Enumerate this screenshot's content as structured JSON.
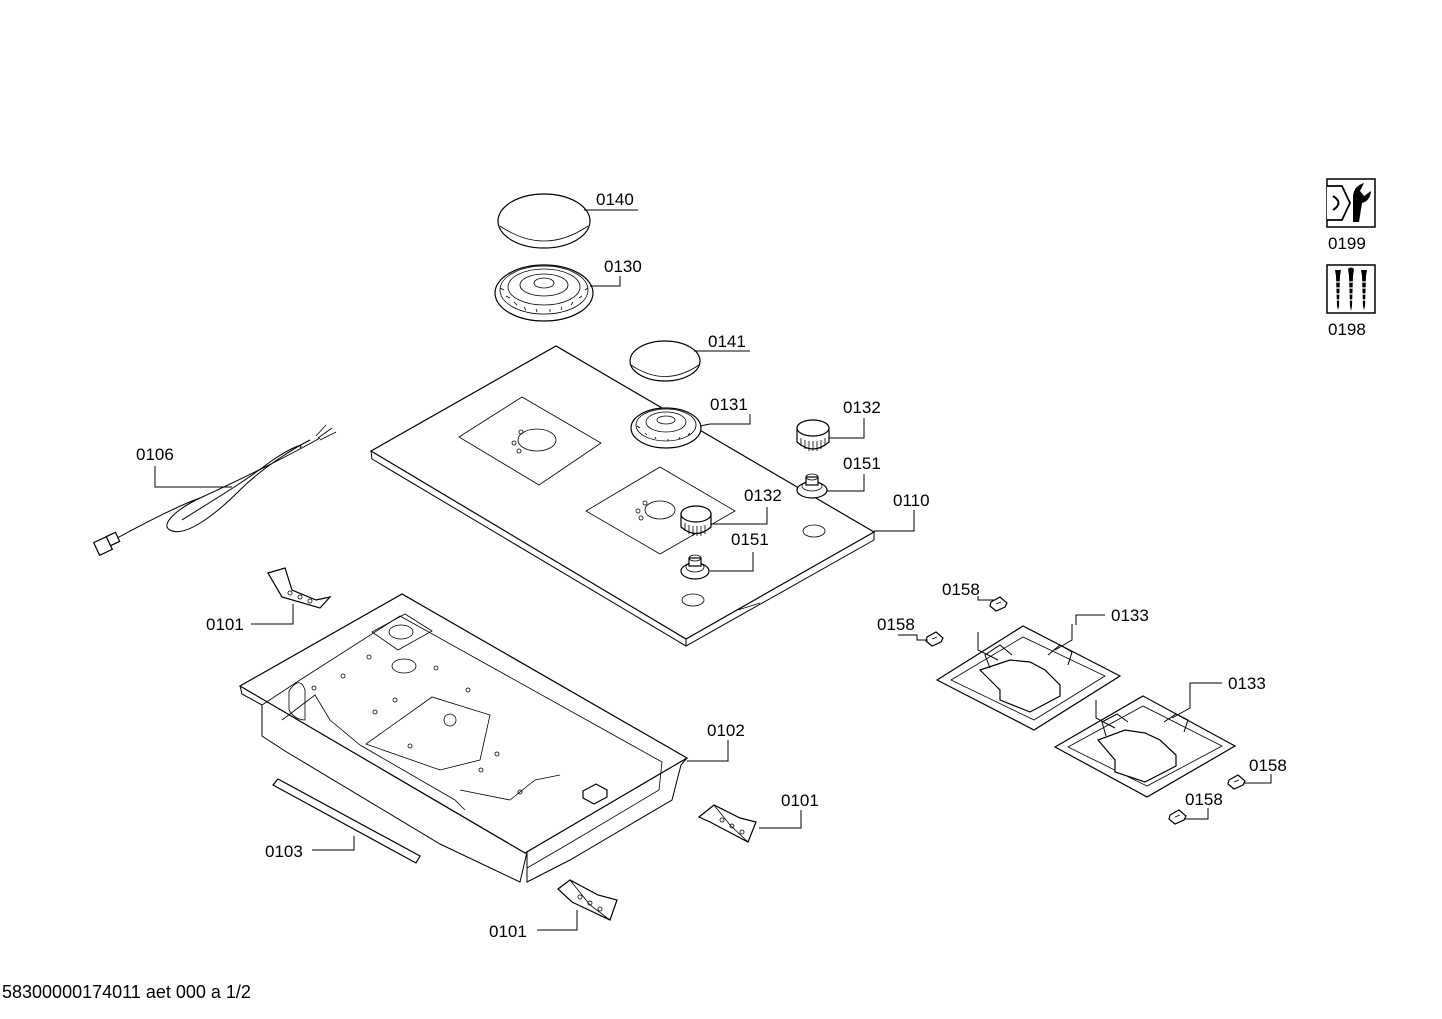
{
  "labels": {
    "l0140": "0140",
    "l0130": "0130",
    "l0141": "0141",
    "l0131": "0131",
    "l0132a": "0132",
    "l0151a": "0151",
    "l0106": "0106",
    "l0132b": "0132",
    "l0110": "0110",
    "l0151b": "0151",
    "l0158a": "0158",
    "l0133a": "0133",
    "l0158b": "0158",
    "l0101a": "0101",
    "l0133b": "0133",
    "l0102": "0102",
    "l0158c": "0158",
    "l0101b": "0101",
    "l0158d": "0158",
    "l0103": "0103",
    "l0101c": "0101",
    "l0199": "0199",
    "l0198": "0198"
  },
  "footer": "58300000174011 aet 000 a 1/2",
  "icons": {
    "tool": "wrench-nut-icon",
    "screws": "screws-icon"
  }
}
